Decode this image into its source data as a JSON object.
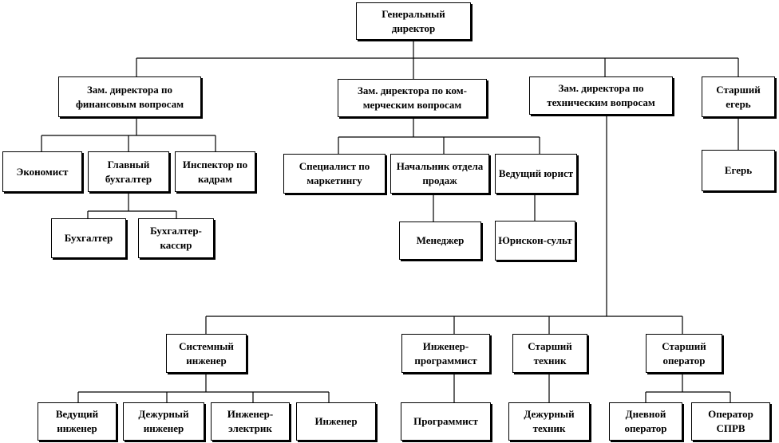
{
  "nodes": {
    "ceo": "Генеральный директор",
    "fin": "Зам. директора по финансовым вопросам",
    "com": "Зам. директора по ком-мерческим вопросам",
    "tech": "Зам. директора по техническим вопросам",
    "hunter_sr": "Старший егерь",
    "economist": "Экономист",
    "chief_acc": "Главный бухгалтер",
    "hr": "Инспектор по кадрам",
    "acc": "Бухгалтер",
    "acc_cash": "Бухгалтер-кассир",
    "marketing": "Специалист по маркетингу",
    "sales_head": "Начальник отдела продаж",
    "lawyer": "Ведущий юрист",
    "manager": "Менеджер",
    "jurist": "Юрискон-сульт",
    "hunter": "Егерь",
    "sys_eng": "Системный инженер",
    "eng_prog": "Инженер-программист",
    "sr_tech": "Старший техник",
    "sr_oper": "Старший оператор",
    "lead_eng": "Ведущий инженер",
    "duty_eng": "Дежурный инженер",
    "eng_elec": "Инженер-электрик",
    "engineer": "Инженер",
    "programmer": "Программист",
    "duty_tech": "Дежурный техник",
    "day_oper": "Дневной оператор",
    "oper_sprv": "Оператор СПРВ"
  }
}
